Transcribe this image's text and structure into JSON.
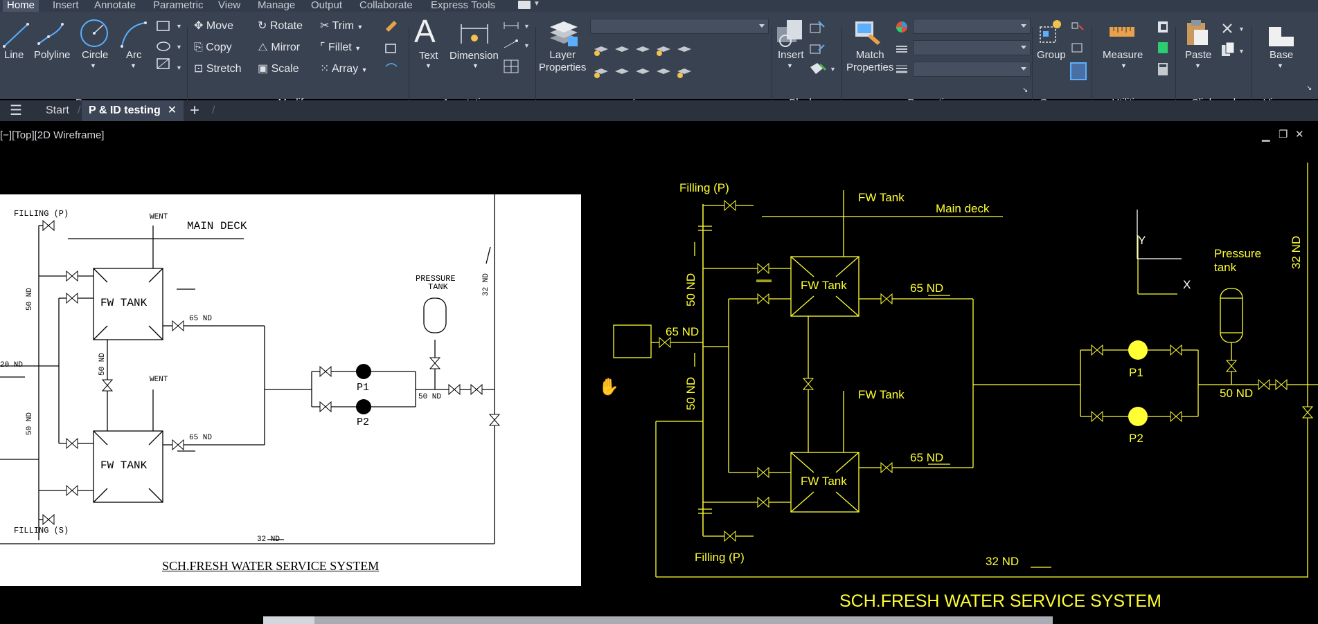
{
  "ribbon_tabs": [
    "Home",
    "Insert",
    "Annotate",
    "Parametric",
    "View",
    "Manage",
    "Output",
    "Collaborate",
    "Express Tools"
  ],
  "draw": {
    "line": "Line",
    "polyline": "Polyline",
    "circle": "Circle",
    "arc": "Arc",
    "title": "Draw"
  },
  "modify": {
    "move": "Move",
    "copy": "Copy",
    "stretch": "Stretch",
    "rotate": "Rotate",
    "mirror": "Mirror",
    "scale": "Scale",
    "trim": "Trim",
    "fillet": "Fillet",
    "array": "Array",
    "title": "Modify"
  },
  "annotation": {
    "text": "Text",
    "dimension": "Dimension",
    "title": "Annotation"
  },
  "layers": {
    "layer_properties": "Layer\nProperties",
    "title": "Layers"
  },
  "block": {
    "insert": "Insert",
    "title": "Block"
  },
  "properties": {
    "match": "Match\nProperties",
    "title": "Properties"
  },
  "groups": {
    "group": "Group",
    "title": "Groups"
  },
  "utilities": {
    "measure": "Measure",
    "title": "Utilities"
  },
  "clipboard": {
    "paste": "Paste",
    "title": "Clipboard"
  },
  "view": {
    "base": "Base",
    "title": "View"
  },
  "file_tabs": {
    "start": "Start",
    "active": "P & ID testing"
  },
  "viewport_label": "[−][Top][2D Wireframe]",
  "accent_color": "#ffff33",
  "paper_drawing": {
    "filling_p": "FILLING (P)",
    "filling_s": "FILLING (S)",
    "vent1": "WENT",
    "vent2": "WENT",
    "main_deck": "MAIN DECK",
    "fw_tank1": "FW TANK",
    "fw_tank2": "FW TANK",
    "nd65a": "65 ND",
    "nd65b": "65 ND",
    "nd50a": "50 ND",
    "nd50b": "50 ND",
    "nd50c": "50 ND",
    "nd50d": "50 ND",
    "nd20": "20 ND",
    "nd32": "32 ND",
    "nd32b": "32 ND",
    "pressure": "PRESSURE",
    "tank": "TANK",
    "p1": "P1",
    "p2": "P2",
    "title": "SCH.FRESH WATER SERVICE SYSTEM"
  },
  "cad_drawing": {
    "filling_top": "Filling (P)",
    "filling_bottom": "Filling (P)",
    "fw_tank_label1": "FW Tank",
    "fw_tank_label2": "FW Tank",
    "main_deck": "Main deck",
    "tank1": "FW Tank",
    "tank2": "FW Tank",
    "nd65_1": "65 ND",
    "nd65_2": "65 ND",
    "nd65_3": "65 ND",
    "nd50_1": "50 ND",
    "nd50_2": "50 ND",
    "nd50_3": "50 ND",
    "nd32_1": "32 ND",
    "nd32_2": "32 ND",
    "pressure_tank": "Pressure\ntank",
    "p1": "P1",
    "p2": "P2",
    "axis_y": "Y",
    "axis_x": "X",
    "title": "SCH.FRESH WATER SERVICE SYSTEM"
  }
}
